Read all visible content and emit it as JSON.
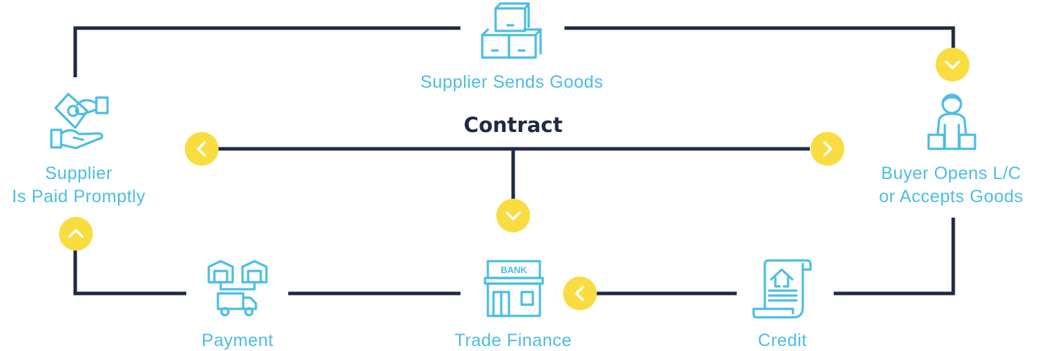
{
  "diagram": {
    "title": "Contract",
    "nodes": {
      "supplier_sends": {
        "label": "Supplier Sends Goods",
        "icon": "boxes-icon"
      },
      "buyer": {
        "line1": "Buyer Opens L/C",
        "line2": "or Accepts Goods",
        "icon": "buyer-icon"
      },
      "credit": {
        "label": "Credit",
        "icon": "scroll-document-icon"
      },
      "trade_finance": {
        "label": "Trade Finance",
        "icon": "bank-icon",
        "icon_text": "BANK"
      },
      "payment": {
        "label": "Payment",
        "icon": "warehouse-truck-icon"
      },
      "supplier_paid": {
        "line1": "Supplier",
        "line2": "Is Paid Promptly",
        "icon": "hands-money-icon"
      }
    },
    "colors": {
      "line": "#1f2a44",
      "accent": "#4bbde2",
      "arrow": "#f9dc3f"
    }
  }
}
